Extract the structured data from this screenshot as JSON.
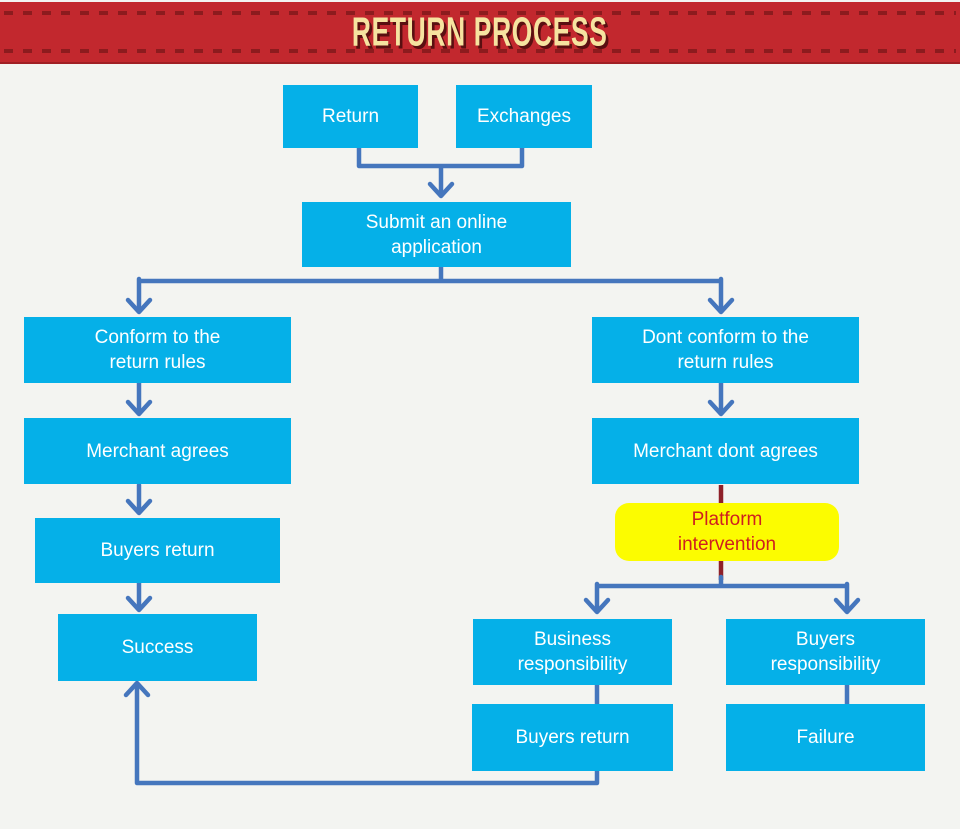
{
  "banner": {
    "title": "RETURN PROCESS"
  },
  "nodes": {
    "return": {
      "label": "Return"
    },
    "exchanges": {
      "label": "Exchanges"
    },
    "submit": {
      "label": "Submit an online\napplication"
    },
    "conform": {
      "label": "Conform to the\nreturn rules"
    },
    "dont_conform": {
      "label": "Dont conform to the\nreturn rules"
    },
    "merchant_agrees": {
      "label": "Merchant agrees"
    },
    "merchant_dont_agrees": {
      "label": "Merchant dont agrees"
    },
    "buyers_return_left": {
      "label": "Buyers return"
    },
    "success": {
      "label": "Success"
    },
    "platform_intervention": {
      "label": "Platform\nintervention"
    },
    "business_responsibility": {
      "label": "Business\nresponsibility"
    },
    "buyers_responsibility": {
      "label": "Buyers\nresponsibility"
    },
    "buyers_return_bottom": {
      "label": "Buyers return"
    },
    "failure": {
      "label": "Failure"
    }
  },
  "colors": {
    "page_bg": "#f3f4f1",
    "banner_bg": "#c2282e",
    "banner_dash": "#8c1b1e",
    "banner_text": "#f6e3a0",
    "node_fill": "#05b0e8",
    "connector": "#4576bd",
    "maroon": "#8e2029",
    "highlight_fill": "#fcfc00",
    "highlight_text": "#cf1f1f"
  }
}
